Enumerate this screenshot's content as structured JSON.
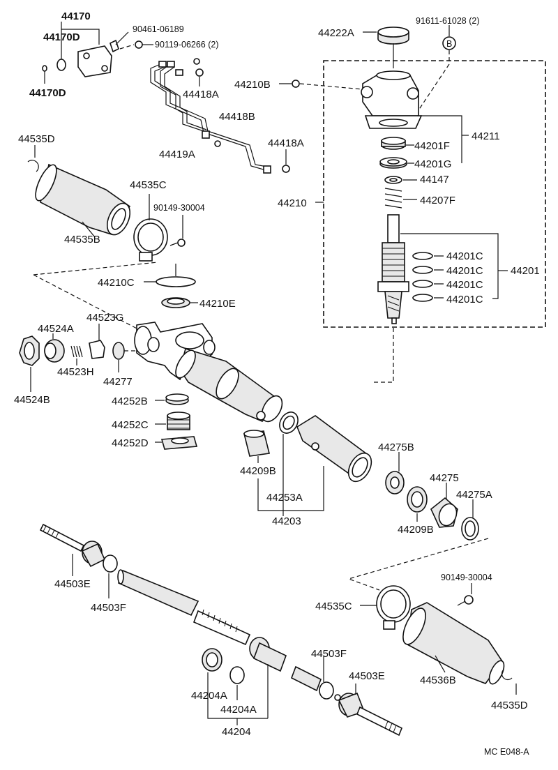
{
  "labels": {
    "p44170": "44170",
    "p44170D_a": "44170D",
    "p44170D_b": "44170D",
    "p90461": "90461-06189",
    "p90119": "90119-06266 (2)",
    "p44418A_a": "44418A",
    "p44418B": "44418B",
    "p44419A": "44419A",
    "p44418A_b": "44418A",
    "p44222A": "44222A",
    "p91611": "91611-61028 (2)",
    "pB": "B",
    "p44210B": "44210B",
    "p44211": "44211",
    "p44201F": "44201F",
    "p44201G": "44201G",
    "p44147": "44147",
    "p44207F": "44207F",
    "p44210": "44210",
    "p44201C_1": "44201C",
    "p44201C_2": "44201C",
    "p44201C_3": "44201C",
    "p44201C_4": "44201C",
    "p44201": "44201",
    "p44535D_a": "44535D",
    "p44535C_a": "44535C",
    "p44535B": "44535B",
    "p90149_a": "90149-30004",
    "p44210C": "44210C",
    "p44210E": "44210E",
    "p44523G": "44523G",
    "p44524A": "44524A",
    "p44523H": "44523H",
    "p44277": "44277",
    "p44524B": "44524B",
    "p44252B": "44252B",
    "p44252C": "44252C",
    "p44252D": "44252D",
    "p44209B_a": "44209B",
    "p44253A": "44253A",
    "p44203": "44203",
    "p44275B": "44275B",
    "p44275": "44275",
    "p44275A": "44275A",
    "p44209B_b": "44209B",
    "p44503E_a": "44503E",
    "p44503F_a": "44503F",
    "p90149_b": "90149-30004",
    "p44535C_b": "44535C",
    "p44503F_b": "44503F",
    "p44503E_b": "44503E",
    "p44536B": "44536B",
    "p44535D_b": "44535D",
    "p44204A_a": "44204A",
    "p44204A_b": "44204A",
    "p44204": "44204",
    "code": "MC  E048-A"
  }
}
